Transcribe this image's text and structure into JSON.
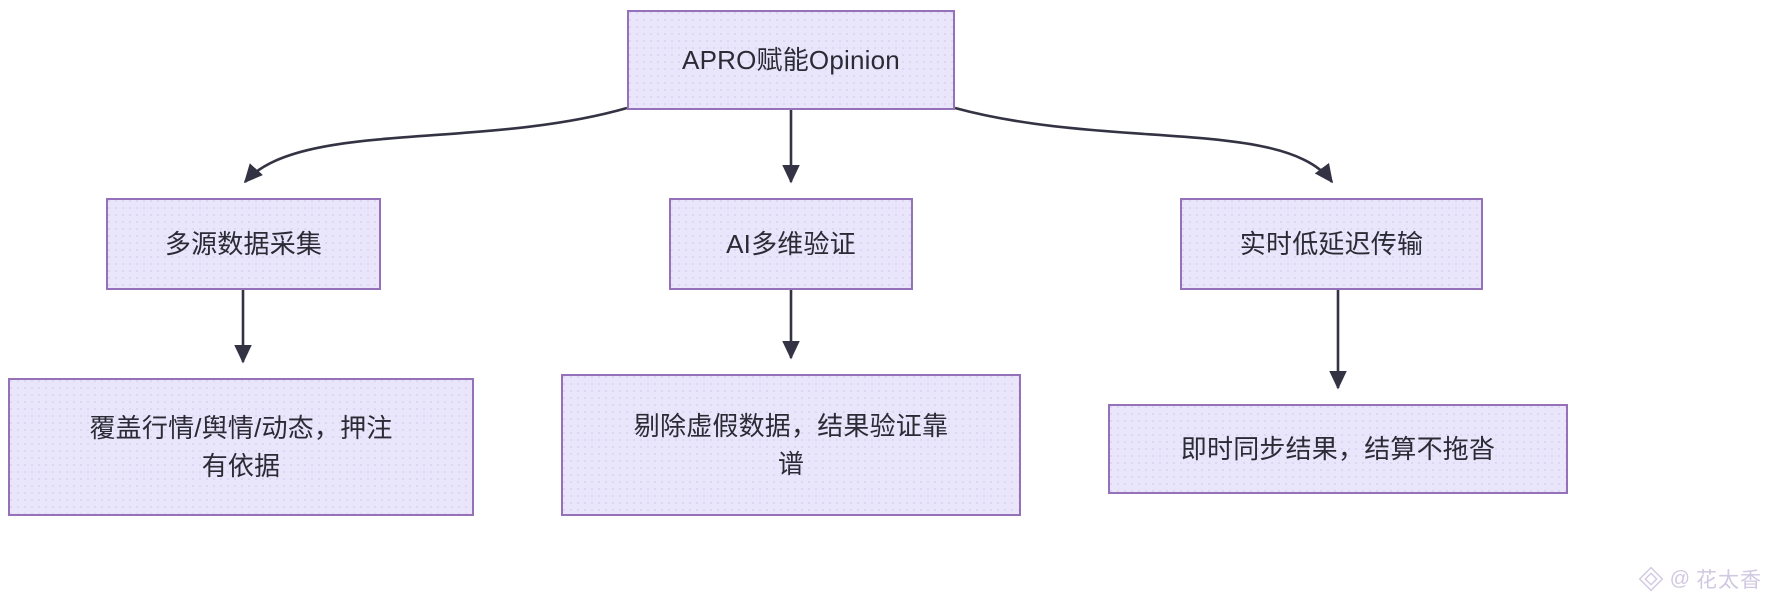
{
  "diagram": {
    "type": "flowchart",
    "direction": "top-down",
    "theme": {
      "node_fill": "#e9e5fa",
      "node_border": "#9471b8",
      "node_text": "#2b2b36",
      "edge_color": "#333344",
      "canvas_background": "#ffffff",
      "watermark_color": "#cfc6e0"
    },
    "nodes": [
      {
        "id": "root",
        "label": "APRO赋能Opinion",
        "level": 1
      },
      {
        "id": "collect",
        "label": "多源数据采集",
        "level": 2
      },
      {
        "id": "verify",
        "label": "AI多维验证",
        "level": 2
      },
      {
        "id": "transmit",
        "label": "实时低延迟传输",
        "level": 2
      },
      {
        "id": "collect_detail",
        "label": "覆盖行情/舆情/动态，押注\n有依据",
        "level": 3
      },
      {
        "id": "verify_detail",
        "label": "剔除虚假数据，结果验证靠\n谱",
        "level": 3
      },
      {
        "id": "transmit_detail",
        "label": "即时同步结果，结算不拖沓",
        "level": 3
      }
    ],
    "edges": [
      {
        "from": "root",
        "to": "collect",
        "style": "curved",
        "arrow": true
      },
      {
        "from": "root",
        "to": "verify",
        "style": "straight",
        "arrow": true
      },
      {
        "from": "root",
        "to": "transmit",
        "style": "curved",
        "arrow": true
      },
      {
        "from": "collect",
        "to": "collect_detail",
        "style": "straight",
        "arrow": true
      },
      {
        "from": "verify",
        "to": "verify_detail",
        "style": "straight",
        "arrow": true
      },
      {
        "from": "transmit",
        "to": "transmit_detail",
        "style": "straight",
        "arrow": true
      }
    ]
  },
  "watermark": {
    "handle": "@花太香",
    "at_symbol": "@",
    "logo": "diamond-icon"
  }
}
